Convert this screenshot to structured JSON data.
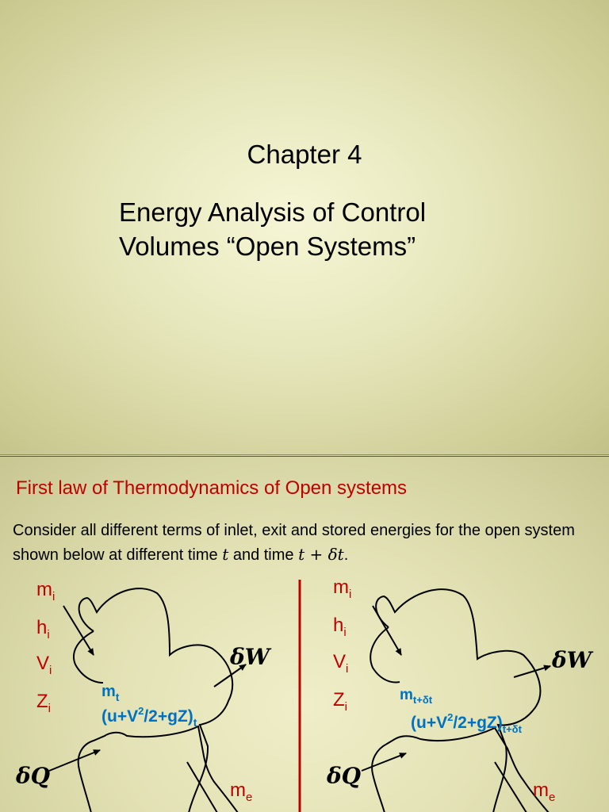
{
  "slide1": {
    "chapter": "Chapter 4",
    "title_line1": "Energy Analysis of Control",
    "title_line2": "Volumes “Open Systems”"
  },
  "slide2": {
    "heading": "First law of Thermodynamics of Open systems",
    "intro_part1": "Consider all different terms of inlet, exit and stored energies for the open system shown below at different time ",
    "intro_t": "t",
    "intro_part2": " and time ",
    "intro_tdt": "t + δt",
    "intro_end": ".",
    "left": {
      "m": "m",
      "m_sub": "i",
      "h": "h",
      "h_sub": "i",
      "v": "V",
      "v_sub": "i",
      "z": "Z",
      "z_sub": "i",
      "mass": "m",
      "mass_sub": "t",
      "energy": "(u+V",
      "energy_sup": "2",
      "energy_mid": "/2+gZ)",
      "energy_sub": "t",
      "work": "δW",
      "heat": "δQ",
      "exit": "m",
      "exit_sub": "e"
    },
    "right": {
      "m": "m",
      "m_sub": "i",
      "h": "h",
      "h_sub": "i",
      "v": "V",
      "v_sub": "i",
      "z": "Z",
      "z_sub": "i",
      "mass": "m",
      "mass_sub": "t+δt",
      "energy": "(u+V",
      "energy_sup": "2",
      "energy_mid": "/2+gZ)",
      "energy_sub": "t+δt",
      "work": "δW",
      "heat": "δQ",
      "exit": "m",
      "exit_sub": "e"
    },
    "colors": {
      "heading": "#c00000",
      "variables": "#c00000",
      "system_text": "#0070c0",
      "divider": "#c00000"
    }
  }
}
